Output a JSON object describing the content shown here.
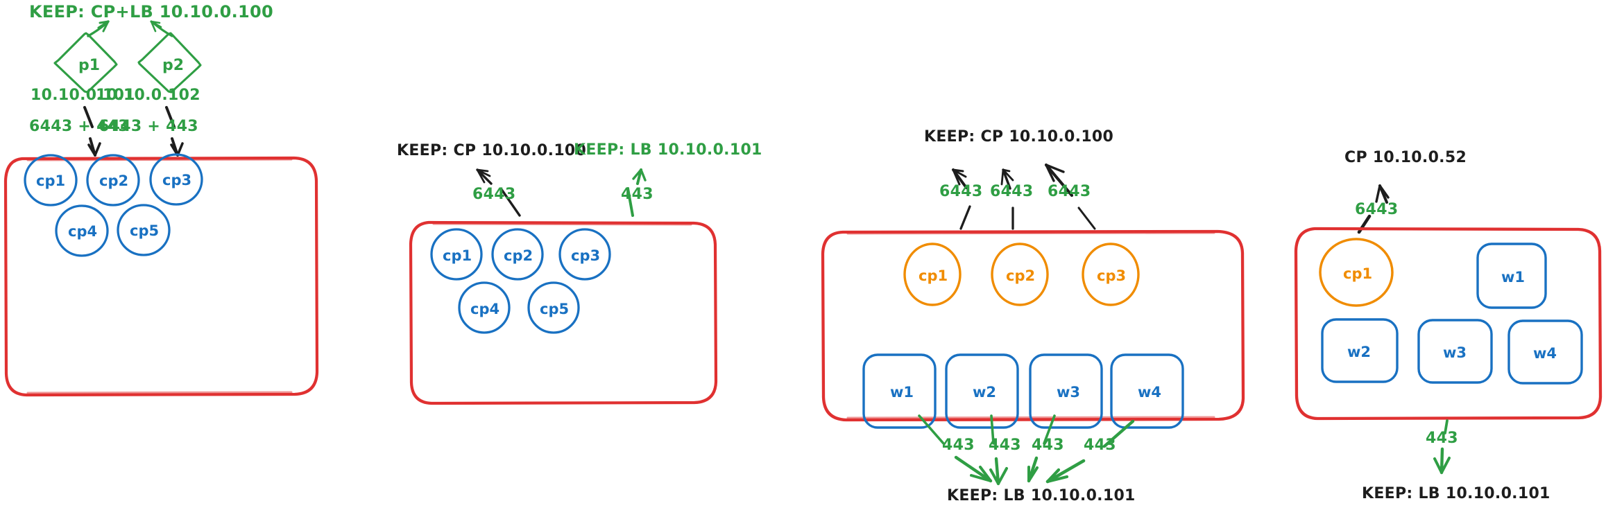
{
  "meta": {
    "title": "KEEP / Kubernetes control-plane & load-balancer topology sketch",
    "colors": {
      "green": "#2f9e44",
      "red": "#e03131",
      "blue": "#1971c2",
      "orange": "#f08c00",
      "black": "#1d1d1d",
      "background": "#ffffff"
    }
  },
  "panels": [
    {
      "id": "panel-1",
      "top_label": {
        "text": "KEEP: CP+LB 10.10.0.100",
        "color": "green"
      },
      "proxies": [
        {
          "name": "p1",
          "ip": "10.10.0.101",
          "ports": "6443 + 443"
        },
        {
          "name": "p2",
          "ip": "10.10.0.102",
          "ports": "6443 + 443"
        }
      ],
      "cluster": {
        "row1": [
          "cp1",
          "cp2",
          "cp3"
        ],
        "row2": [
          "cp4",
          "cp5"
        ],
        "node_shape": "circle",
        "node_color": "blue",
        "border_color": "red"
      }
    },
    {
      "id": "panel-2",
      "labels": [
        {
          "text": "KEEP: CP 10.10.0.100",
          "color": "black",
          "port": "6443"
        },
        {
          "text": "KEEP: LB 10.10.0.101",
          "color": "green",
          "port": "443"
        }
      ],
      "cluster": {
        "row1": [
          "cp1",
          "cp2",
          "cp3"
        ],
        "row2": [
          "cp4",
          "cp5"
        ],
        "node_shape": "circle",
        "node_color": "blue",
        "border_color": "red"
      }
    },
    {
      "id": "panel-3",
      "top_label": {
        "text": "KEEP: CP 10.10.0.100",
        "color": "black"
      },
      "top_ports": [
        "6443",
        "6443",
        "6443"
      ],
      "bottom_label": {
        "text": "KEEP: LB 10.10.0.101",
        "color": "black"
      },
      "bottom_ports": [
        "443",
        "443",
        "443",
        "443"
      ],
      "cluster": {
        "control_planes": [
          "cp1",
          "cp2",
          "cp3"
        ],
        "workers": [
          "w1",
          "w2",
          "w3",
          "w4"
        ],
        "cp_shape": "circle",
        "cp_color": "orange",
        "worker_shape": "rounded-square",
        "worker_color": "blue",
        "border_color": "red"
      }
    },
    {
      "id": "panel-4",
      "top_label": {
        "text": "CP 10.10.0.52",
        "color": "black"
      },
      "top_ports": [
        "6443"
      ],
      "bottom_label": {
        "text": "KEEP: LB 10.10.0.101",
        "color": "black"
      },
      "bottom_ports": [
        "443"
      ],
      "cluster": {
        "control_planes": [
          "cp1"
        ],
        "workers": [
          "w1",
          "w2",
          "w3",
          "w4"
        ],
        "cp_shape": "circle",
        "cp_color": "orange",
        "worker_shape": "rounded-square",
        "worker_color": "blue",
        "border_color": "red"
      }
    }
  ]
}
